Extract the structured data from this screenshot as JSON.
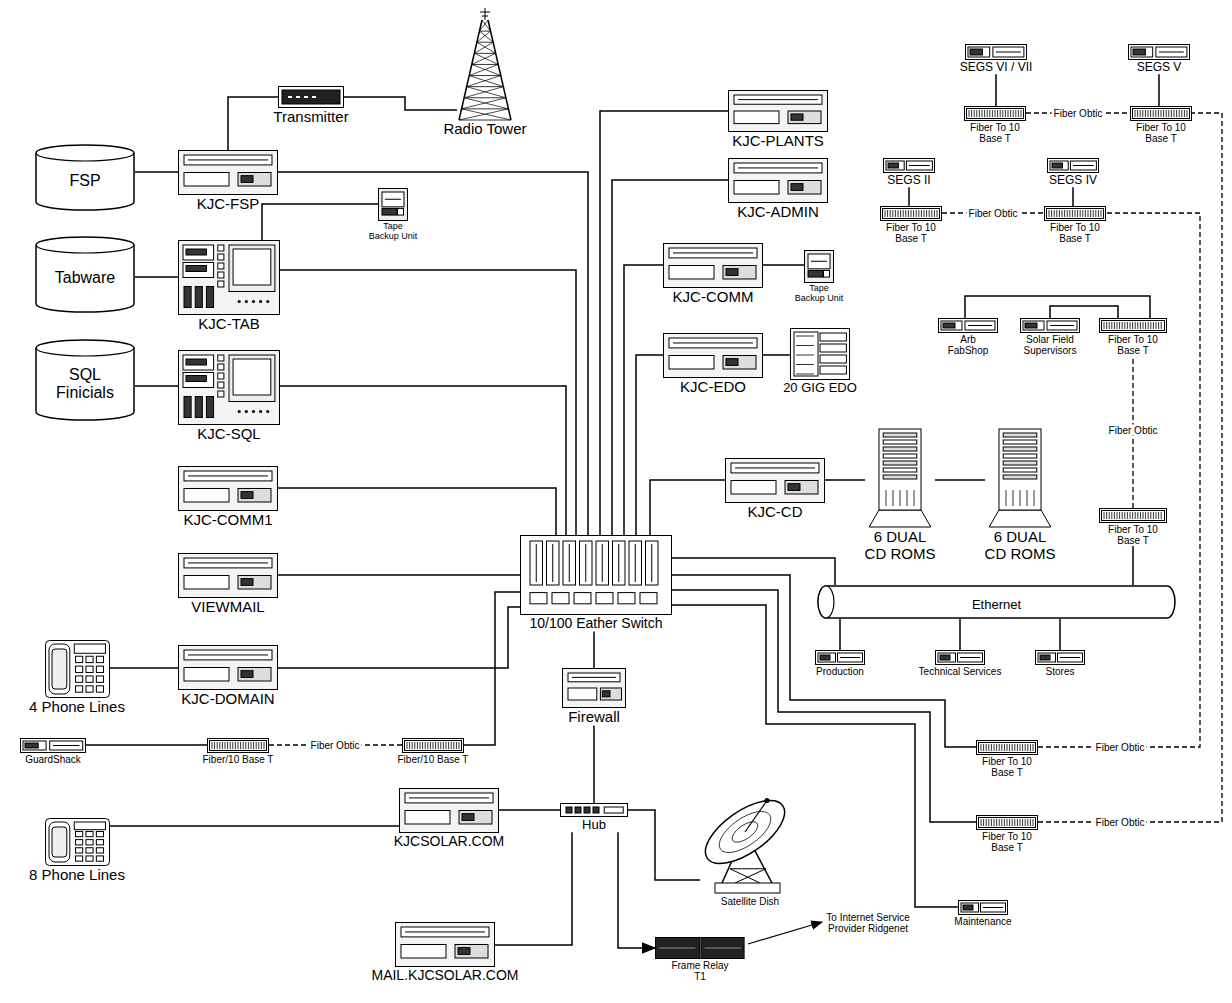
{
  "diagram": {
    "nodes": [
      {
        "text": [
          "FSP"
        ]
      },
      {
        "text": [
          "KJC-FSP"
        ]
      },
      {
        "text": [
          "Transmitter"
        ]
      },
      {
        "text": [
          "Radio Tower"
        ]
      },
      {
        "text": [
          "Tabware"
        ]
      },
      {
        "text": [
          "KJC-TAB"
        ]
      },
      {
        "text": [
          "Tape Backup Unit"
        ]
      },
      {
        "text": [
          "SQL Finicials"
        ]
      },
      {
        "text": [
          "KJC-SQL"
        ]
      },
      {
        "text": [
          "KJC-COMM1"
        ]
      },
      {
        "text": [
          "VIEWMAIL"
        ]
      },
      {
        "text": [
          "4 Phone Lines"
        ]
      },
      {
        "text": [
          "KJC-DOMAIN"
        ]
      },
      {
        "text": [
          "GuardShack"
        ]
      },
      {
        "text": [
          "Fiber/10 Base T"
        ]
      },
      {
        "text": [
          "Fiber/10 Base T"
        ]
      },
      {
        "text": [
          "8 Phone Lines"
        ]
      },
      {
        "text": [
          "KJCSOLAR.COM"
        ]
      },
      {
        "text": [
          "Hub"
        ]
      },
      {
        "text": [
          "MAIL.KJCSOLAR.COM"
        ]
      },
      {
        "text": [
          "Satellite Dish"
        ]
      },
      {
        "text": [
          "Frame Relay T1"
        ]
      },
      {
        "text": [
          "Firewall"
        ]
      },
      {
        "text": [
          "10/100 Eather Switch"
        ]
      },
      {
        "text": [
          "KJC-PLANTS"
        ]
      },
      {
        "text": [
          "KJC-ADMIN"
        ]
      },
      {
        "text": [
          "KJC-COMM"
        ]
      },
      {
        "text": [
          "Tape Backup Unit"
        ]
      },
      {
        "text": [
          "KJC-EDO"
        ]
      },
      {
        "text": [
          "20 GIG EDO"
        ]
      },
      {
        "text": [
          "KJC-CD"
        ]
      },
      {
        "text": [
          "6 DUAL CD ROMS"
        ]
      },
      {
        "text": [
          "6 DUAL CD ROMS"
        ]
      },
      {
        "text": [
          "Ethernet"
        ]
      },
      {
        "text": [
          "Production"
        ]
      },
      {
        "text": [
          "Technical Services"
        ]
      },
      {
        "text": [
          "Stores"
        ]
      },
      {
        "text": [
          "Fiber To 10 Base T"
        ]
      },
      {
        "text": [
          "Fiber To 10 Base T"
        ]
      },
      {
        "text": [
          "Maintenance"
        ]
      },
      {
        "text": [
          "SEGS VI / VII"
        ]
      },
      {
        "text": [
          "Fiber To 10 Base T"
        ]
      },
      {
        "text": [
          "SEGS V"
        ]
      },
      {
        "text": [
          "Fiber To 10 Base T"
        ]
      },
      {
        "text": [
          "SEGS II"
        ]
      },
      {
        "text": [
          "Fiber To 10 Base T"
        ]
      },
      {
        "text": [
          "SEGS IV"
        ]
      },
      {
        "text": [
          "Fiber To 10 Base T"
        ]
      },
      {
        "text": [
          "Arb FabShop"
        ]
      },
      {
        "text": [
          "Solar Field Supervisors"
        ]
      },
      {
        "text": [
          "Fiber To 10 Base T"
        ]
      },
      {
        "text": [
          "Fiber To 10 Base T"
        ]
      }
    ],
    "edges": [
      {
        "from": 0,
        "to": 1,
        "arrow": "none"
      },
      {
        "from": 1,
        "to": 2,
        "arrow": "none"
      },
      {
        "from": 2,
        "to": 3,
        "arrow": "none"
      },
      {
        "from": 1,
        "to": 23,
        "arrow": "none"
      },
      {
        "from": 4,
        "to": 5,
        "arrow": "none"
      },
      {
        "from": 5,
        "to": 6,
        "arrow": "none"
      },
      {
        "from": 5,
        "to": 23,
        "arrow": "none"
      },
      {
        "from": 7,
        "to": 8,
        "arrow": "none"
      },
      {
        "from": 8,
        "to": 23,
        "arrow": "none"
      },
      {
        "from": 9,
        "to": 23,
        "arrow": "none"
      },
      {
        "from": 10,
        "to": 23,
        "arrow": "none"
      },
      {
        "from": 11,
        "to": 12,
        "arrow": "none"
      },
      {
        "from": 12,
        "to": 23,
        "arrow": "none"
      },
      {
        "from": 13,
        "to": 14,
        "arrow": "none"
      },
      {
        "from": 14,
        "to": 15,
        "arrow": "none",
        "label": "Fiber Obtic"
      },
      {
        "from": 15,
        "to": 23,
        "arrow": "none"
      },
      {
        "from": 16,
        "to": 17,
        "arrow": "none"
      },
      {
        "from": 17,
        "to": 18,
        "arrow": "none"
      },
      {
        "from": 19,
        "to": 18,
        "arrow": "none"
      },
      {
        "from": 18,
        "to": 20,
        "arrow": "none"
      },
      {
        "from": 18,
        "to": 21,
        "arrow": "to"
      },
      {
        "from": 18,
        "to": 22,
        "arrow": "none"
      },
      {
        "from": 23,
        "to": 22,
        "arrow": "none"
      },
      {
        "from": 23,
        "to": 24,
        "arrow": "none"
      },
      {
        "from": 23,
        "to": 25,
        "arrow": "none"
      },
      {
        "from": 23,
        "to": 26,
        "arrow": "none"
      },
      {
        "from": 26,
        "to": 27,
        "arrow": "none"
      },
      {
        "from": 23,
        "to": 28,
        "arrow": "none"
      },
      {
        "from": 28,
        "to": 29,
        "arrow": "none"
      },
      {
        "from": 23,
        "to": 30,
        "arrow": "none"
      },
      {
        "from": 30,
        "to": 31,
        "arrow": "none"
      },
      {
        "from": 31,
        "to": 32,
        "arrow": "none"
      },
      {
        "from": 23,
        "to": 33,
        "arrow": "none"
      },
      {
        "from": 33,
        "to": 34,
        "arrow": "none"
      },
      {
        "from": 33,
        "to": 35,
        "arrow": "none"
      },
      {
        "from": 33,
        "to": 36,
        "arrow": "none"
      },
      {
        "from": 33,
        "to": 51,
        "arrow": "none"
      },
      {
        "from": 51,
        "to": 50,
        "arrow": "none",
        "label": "Fiber Obtic"
      },
      {
        "from": 48,
        "to": 50,
        "arrow": "none"
      },
      {
        "from": 49,
        "to": 50,
        "arrow": "none"
      },
      {
        "from": 23,
        "to": 37,
        "arrow": "none"
      },
      {
        "from": 37,
        "to": 47,
        "arrow": "none",
        "label": "Fiber Obtic"
      },
      {
        "from": 23,
        "to": 38,
        "arrow": "none"
      },
      {
        "from": 38,
        "to": 43,
        "arrow": "none",
        "label": "Fiber Obtic"
      },
      {
        "from": 23,
        "to": 39,
        "arrow": "none"
      },
      {
        "from": 40,
        "to": 41,
        "arrow": "none"
      },
      {
        "from": 41,
        "to": 43,
        "arrow": "none",
        "label": "Fiber Obtic"
      },
      {
        "from": 42,
        "to": 43,
        "arrow": "none"
      },
      {
        "from": 44,
        "to": 45,
        "arrow": "none"
      },
      {
        "from": 45,
        "to": 47,
        "arrow": "none",
        "label": "Fiber Obtic"
      },
      {
        "from": 46,
        "to": 47,
        "arrow": "none"
      }
    ],
    "labels": [
      "To Internet Service Provider Ridgenet"
    ]
  }
}
